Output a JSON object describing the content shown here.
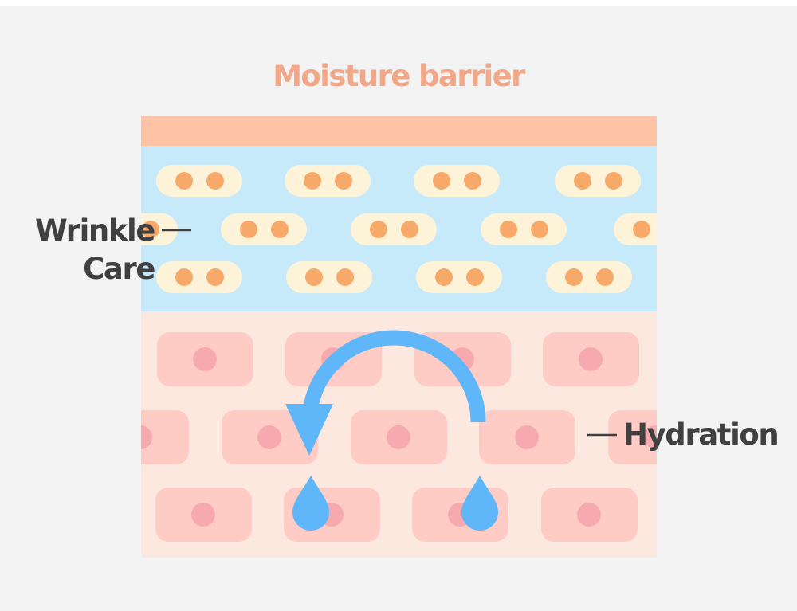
{
  "title": "Moisture barrier",
  "labels": {
    "wrinkle_line1": "Wrinkle",
    "wrinkle_line2": "Care",
    "hydration": "Hydration"
  },
  "colors": {
    "title": "#f2a888",
    "label_text": "#404040",
    "top_band": "#fec3a4",
    "epidermis": "#c7eafb",
    "dermis": "#fde8e0",
    "corneocyte": "#fdf3d8",
    "corneocyte_dot": "#f7a96a",
    "dermal_cell": "#fecbc5",
    "dermal_nucleus": "#f6aab0",
    "water": "#5fb6f8"
  },
  "icons": [
    "curved-arrow-icon",
    "water-drop-icon"
  ]
}
